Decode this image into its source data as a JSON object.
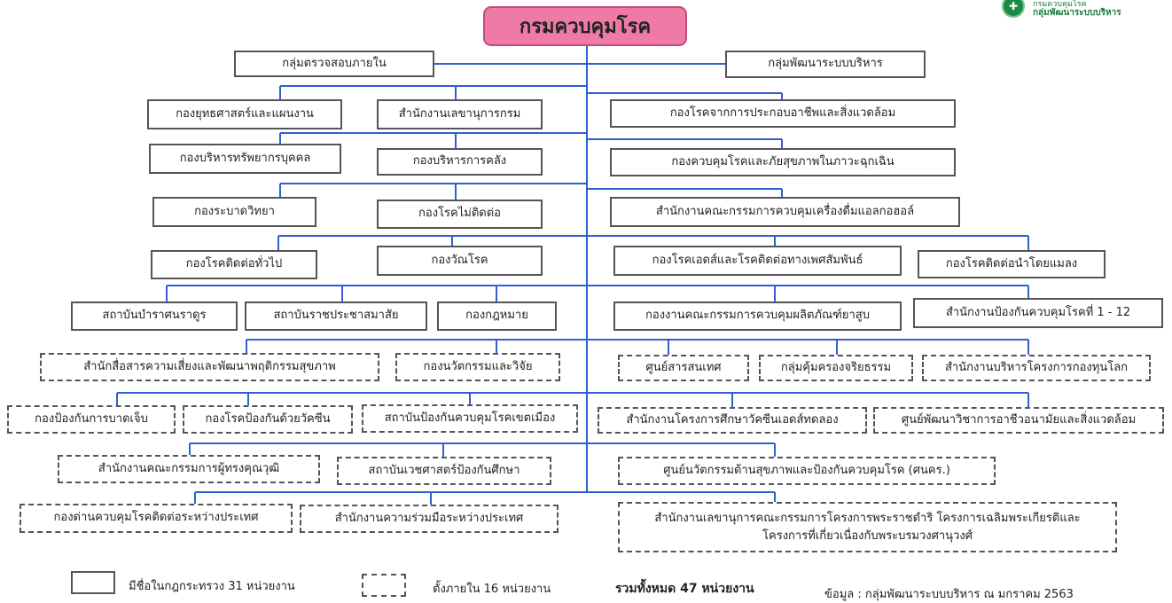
{
  "title": "กรมควบคุมโรค",
  "logo": {
    "top_text": "กรมควบคุมโรค",
    "text": "กลุ่มพัฒนาระบบบริหาร",
    "icon": "ddc-emblem-icon"
  },
  "units": {
    "internal_audit": "กลุ่มตรวจสอบภายใน",
    "admin_dev": "กลุ่มพัฒนาระบบบริหาร",
    "strategy": "กองยุทธศาสตร์และแผนงาน",
    "secretary": "สำนักงานเลขานุการกรม",
    "occupational": "กองโรคจากการประกอบอาชีพและสิ่งแวดล้อม",
    "hr": "กองบริหารทรัพยากรบุคคล",
    "finance": "กองบริหารการคลัง",
    "emergency": "กองควบคุมโรคและภัยสุขภาพในภาวะฉุกเฉิน",
    "epidemiology": "กองระบาดวิทยา",
    "ncd": "กองโรคไม่ติดต่อ",
    "alcohol": "สำนักงานคณะกรรมการควบคุมเครื่องดื่มแอลกอฮอล์",
    "general_cd": "กองโรคติดต่อทั่วไป",
    "tb": "กองวัณโรค",
    "aids_sti": "กองโรคเอดส์และโรคติดต่อทางเพศสัมพันธ์",
    "vector": "กองโรคติดต่อนำโดยแมลง",
    "bamrasnaradura": "สถาบันบำราศนราดูร",
    "prasat": "สถาบันราชประชาสมาสัย",
    "legal": "กองกฎหมาย",
    "tobacco": "กองงานคณะกรรมการควบคุมผลิตภัณฑ์ยาสูบ",
    "odpc": "สำนักงานป้องกันควบคุมโรคที่ 1 - 12",
    "risk_comm": "สำนักสื่อสารความเสี่ยงและพัฒนาพฤติกรรมสุขภาพ",
    "innovation": "กองนวัตกรรมและวิจัย",
    "it_center": "ศูนย์สารสนเทศ",
    "ethics": "กลุ่มคุ้มครองจริยธรรม",
    "global_fund": "สำนักงานบริหารโครงการกองทุนโลก",
    "injury": "กองป้องกันการบาดเจ็บ",
    "vpd": "กองโรคป้องกันด้วยวัคซีน",
    "urban": "สถาบันป้องกันควบคุมโรคเขตเมือง",
    "aids_vaccine": "สำนักงานโครงการศึกษาวัคซีนเอดส์ทดลอง",
    "occ_academic": "ศูนย์พัฒนาวิชาการอาชีวอนามัยและสิ่งแวดล้อม",
    "qualified_committee": "สำนักงานคณะกรรมการผู้ทรงคุณวุฒิ",
    "prev_med": "สถาบันเวชศาสตร์ป้องกันศึกษา",
    "innovation_center": "ศูนย์นวัตกรรมด้านสุขภาพและป้องกันควบคุมโรค (ศนคร.)",
    "quarantine": "กองด่านควบคุมโรคติดต่อระหว่างประเทศ",
    "intl_coop": "สำนักงานความร่วมมือระหว่างประเทศ",
    "royal_projects": [
      "สำนักงานเลขานุการคณะกรรมการโครงการพระราชดำริ  โครงการเฉลิมพระเกียรติและ",
      "โครงการที่เกี่ยวเนื่องกับพระบรมวงศานุวงศ์"
    ]
  },
  "legend": {
    "solid_text": "มีชื่อในกฎกระทรวง 31 หน่วยงาน",
    "dashed_text": "ตั้งภายใน 16 หน่วยงาน",
    "total_text": "รวมทั้งหมด 47 หน่วยงาน",
    "source_text": "ข้อมูล : กลุ่มพัฒนาระบบบริหาร ณ มกราคม 2563"
  },
  "line_color": "#2f5fd0"
}
